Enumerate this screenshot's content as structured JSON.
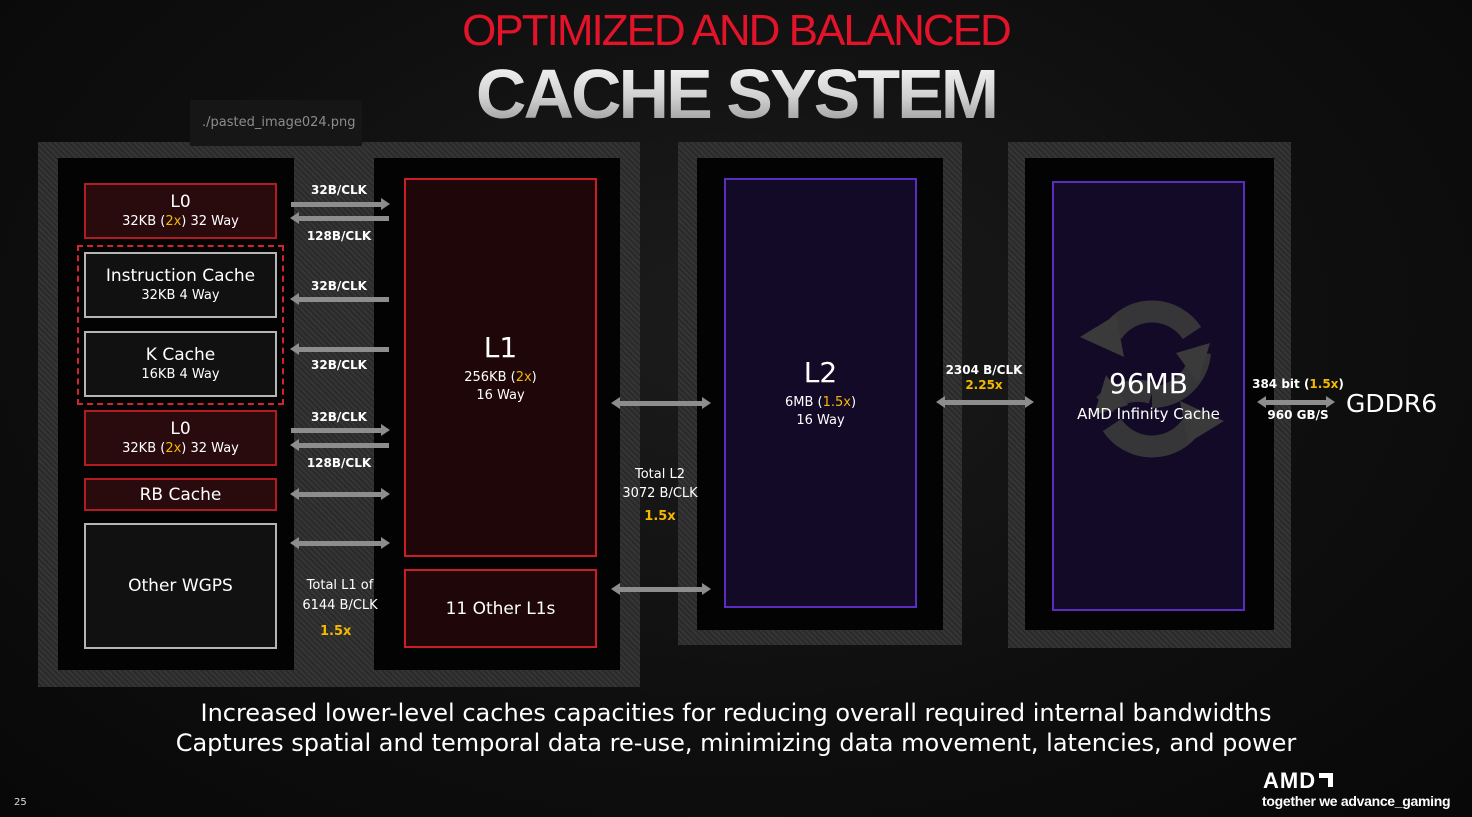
{
  "title": {
    "line1": "OPTIMIZED AND BALANCED",
    "line2": "CACHE SYSTEM"
  },
  "image_tag": "./pasted_image024.png",
  "left_blocks": {
    "l0_top": {
      "name": "L0",
      "size_pre": "32KB (",
      "mult": "2x",
      "size_post": ") 32 Way"
    },
    "instruction_cache": {
      "name": "Instruction Cache",
      "detail": "32KB 4 Way"
    },
    "k_cache": {
      "name": "K Cache",
      "detail": "16KB 4 Way"
    },
    "l0_bottom": {
      "name": "L0",
      "size_pre": "32KB (",
      "mult": "2x",
      "size_post": ") 32 Way"
    },
    "rb_cache": {
      "name": "RB Cache"
    },
    "other_wgps": {
      "name": "Other WGPS"
    }
  },
  "links": {
    "l0_top_read": "32B/CLK",
    "l0_top_write": "128B/CLK",
    "icache": "32B/CLK",
    "kcache": "32B/CLK",
    "l0_bottom_read": "32B/CLK",
    "l0_bottom_write": "128B/CLK",
    "total_l1_line1": "Total L1 of",
    "total_l1_line2": "6144  B/CLK",
    "total_l1_mult": "1.5x",
    "total_l2_line1": "Total L2",
    "total_l2_line2": "3072 B/CLK",
    "total_l2_mult": "1.5x",
    "l2_ic_bw": "2304 B/CLK",
    "l2_ic_mult": "2.25x",
    "ic_mem_pre": "384 bit (",
    "ic_mem_mult": "1.5x",
    "ic_mem_post": ")",
    "ic_mem_bw": "960 GB/S"
  },
  "l1": {
    "name": "L1",
    "size_pre": "256KB (",
    "mult": "2x",
    "size_post": ")",
    "way": "16 Way"
  },
  "other_l1s": "11 Other L1s",
  "l2": {
    "name": "L2",
    "size_pre": "6MB (",
    "mult": "1.5x",
    "size_post": ")",
    "way": "16 Way"
  },
  "infinity_cache": {
    "size": "96MB",
    "name": "AMD Infinity Cache"
  },
  "memory": "GDDR6",
  "footer": {
    "line1": "Increased lower-level caches capacities for reducing overall required internal bandwidths",
    "line2": "Captures spatial and temporal data re-use, minimizing data movement, latencies, and power"
  },
  "page_number": "25",
  "brand": {
    "logo": "AMD",
    "tagline": "together we advance_gaming"
  },
  "colors": {
    "red": "#e3132a",
    "yellow": "#f5b800",
    "purple": "#5a2dc0"
  }
}
